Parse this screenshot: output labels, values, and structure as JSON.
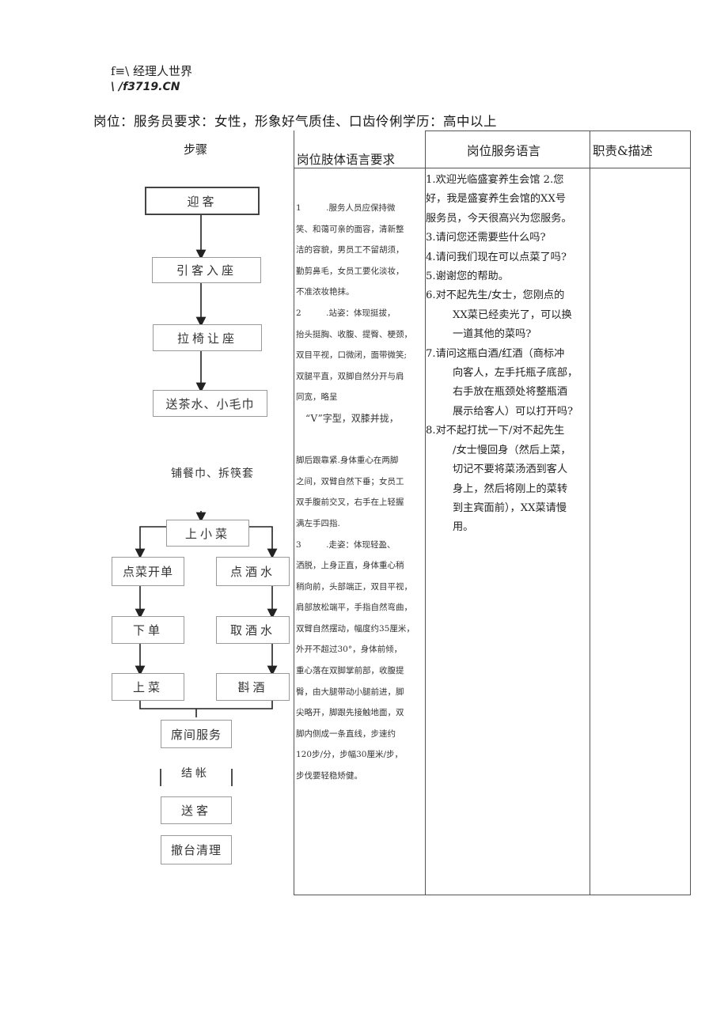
{
  "logo": {
    "line1": "f≡\\ 经理人世界",
    "line2": "\\ /f3719.CN"
  },
  "header": {
    "title": "岗位：服务员要求：女性，形象好气质佳、口齿伶俐学历：高中以上"
  },
  "steps": {
    "heading": "步骤",
    "welcome": "迎客",
    "guide": "引客入座",
    "chair": "拉椅让座",
    "tea": "送茶水、小毛巾",
    "napkin": "铺餐巾、拆筷套",
    "appetizer": "上小菜",
    "order_dish": "点菜开单",
    "order_drink": "点酒水",
    "submit": "下单",
    "fetch_drink": "取酒水",
    "serve": "上菜",
    "pour": "斟酒",
    "table_service": "席间服务",
    "checkout": "结帐",
    "farewell": "送客",
    "clear": "撤台清理"
  },
  "table": {
    "col1_header": "岗位肢体语言要求",
    "col2_header": "岗位服务语言",
    "col3_header": "职责&描述",
    "col1_lines": [
      "1　　　.服务人员应保持微",
      "笑、和蔼可亲的面容，清新整",
      "洁的容貌，男员工不留胡须，",
      "勤剪鼻毛，女员工要化淡妆，",
      "不准浓妆艳抹。",
      "2　　　.站姿：体现挺拔，",
      "抬头挺胸、收腹、提臀、梗颈，",
      "双目平视，口微闭，面带微笑;",
      "双腿平直，双脚自然分开与肩",
      "同宽，略呈",
      "　“V”字型，双膝并拢，",
      "",
      "脚后跟靠紧.身体重心在两脚",
      "之间，双臂自然下垂；女员工",
      "双手腹前交叉，右手在上轻握",
      "满左手四指.",
      "3　　　.走姿：体现轻盈、",
      "洒脱，上身正直，身体重心稍",
      "稍向前，头部端正，双目平视，",
      "肩部放松端平，手指自然弯曲，",
      "双臂自然摆动，幅度约35厘米，",
      "外开不超过30°，身体前倾，",
      "重心落在双脚掌前部，收腹提",
      "臀，由大腿带动小腿前进，脚",
      "尖略开，脚跟先接触地面，双",
      "脚内侧成一条直线，步速约",
      "120步/分，步幅30厘米/步，",
      "步伐要轻稳矫健。"
    ],
    "col2_lines": [
      "1.欢迎光临盛宴养生会馆 2.您",
      "好，我是盛宴养生会馆的XX号",
      "服务员，今天很高兴为您服务。",
      "3.请问您还需要些什么吗?",
      "4.请问我们现在可以点菜了吗?",
      "5.谢谢您的帮助。",
      "6.对不起先生/女士，您刚点的",
      "XX菜已经卖光了，可以换",
      "一道其他的菜吗?",
      "7.请问这瓶白酒/红酒（商标冲",
      "向客人，左手托瓶子底部，",
      "右手放在瓶颈处将整瓶酒",
      "展示给客人）可以打开吗?",
      "8.对不起打扰一下/对不起先生",
      "/女士慢回身（然后上菜，",
      "切记不要将菜汤洒到客人",
      "身上，然后将刚上的菜转",
      "到主宾面前），XX菜请慢",
      "用。"
    ]
  }
}
